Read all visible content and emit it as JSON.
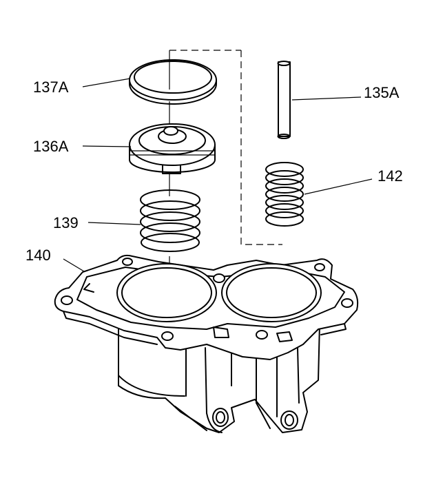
{
  "callouts": {
    "c137a": "137A",
    "c136a": "136A",
    "c139": "139",
    "c140": "140",
    "c135a": "135A",
    "c142": "142"
  }
}
